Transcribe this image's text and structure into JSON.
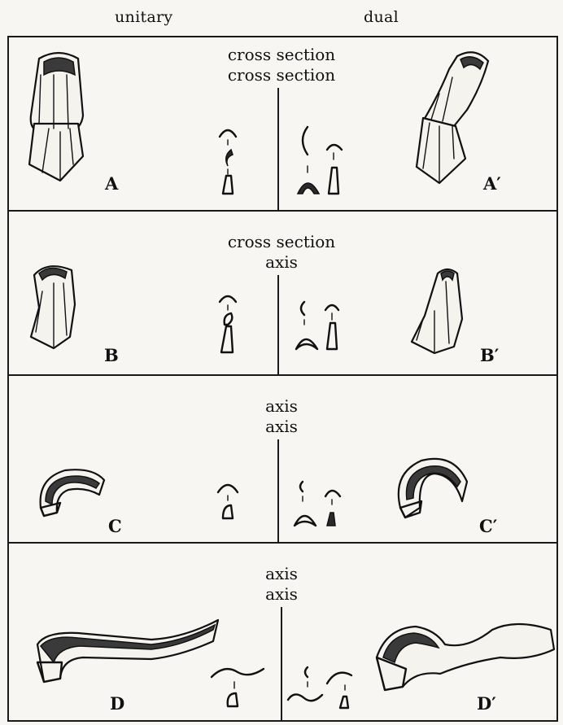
{
  "columns": {
    "left": "unitary",
    "right": "dual"
  },
  "rows": [
    {
      "line1": "cross section",
      "line2": "cross section",
      "left_label": "A",
      "right_label": "A′"
    },
    {
      "line1": "cross section",
      "line2": "axis",
      "left_label": "B",
      "right_label": "B′"
    },
    {
      "line1": "axis",
      "line2": "axis",
      "left_label": "C",
      "right_label": "C′"
    },
    {
      "line1": "axis",
      "line2": "axis",
      "left_label": "D",
      "right_label": "D′"
    }
  ]
}
